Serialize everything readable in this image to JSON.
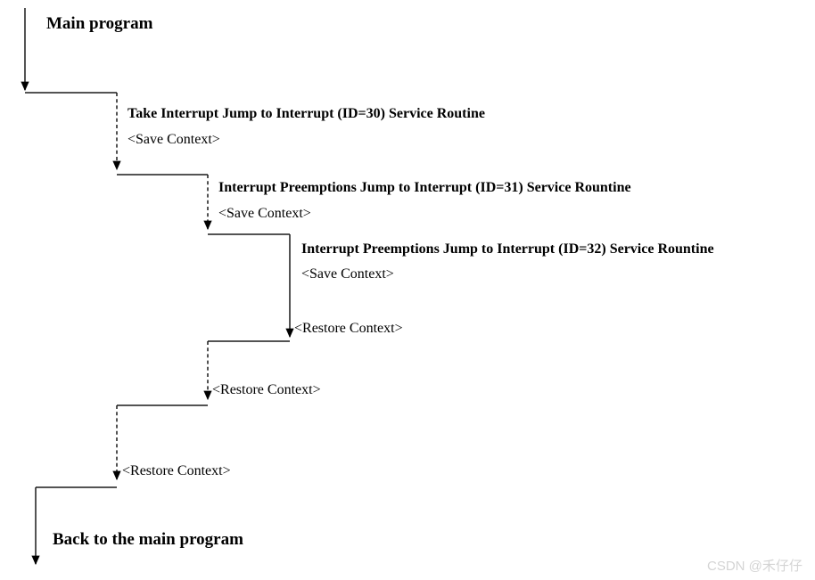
{
  "diagram": {
    "main_program_label": "Main program",
    "back_to_main_label": "Back to the main program",
    "levels": [
      {
        "id": "30",
        "title": "Take Interrupt Jump to Interrupt (ID=30) Service Routine",
        "save_label": "<Save Context>",
        "restore_label": "<Restore Context>"
      },
      {
        "id": "31",
        "title": "Interrupt Preemptions Jump to Interrupt (ID=31) Service Rountine",
        "save_label": "<Save Context>",
        "restore_label": "<Restore Context>"
      },
      {
        "id": "32",
        "title": "Interrupt Preemptions Jump to Interrupt (ID=32) Service Rountine",
        "save_label": "<Save Context>",
        "restore_label": "<Restore Context>"
      }
    ],
    "colors": {
      "line": "#1a1a1a",
      "text": "#000000"
    }
  },
  "watermark": {
    "text": "CSDN @禾仔仔",
    "color": "#d4d4d4"
  }
}
